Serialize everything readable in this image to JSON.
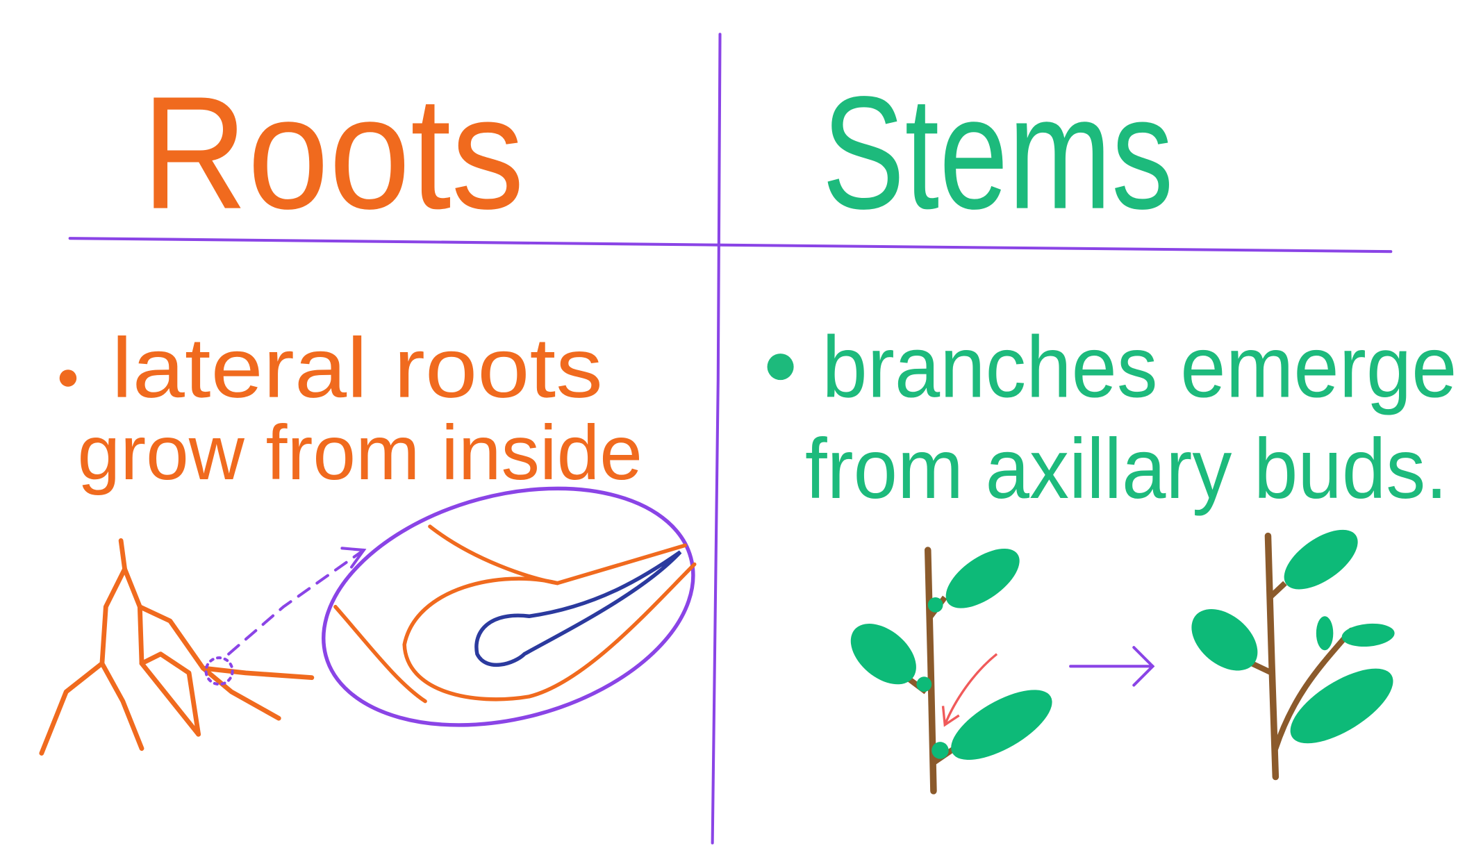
{
  "colors": {
    "roots_ink": "#F06A1E",
    "stems_ink": "#1DBA7C",
    "divider": "#8A44E6",
    "stem_brown": "#8B5A2B",
    "leaf_green": "#0DBA78",
    "vascular_blue": "#2B3A9E",
    "bud_arrow_red": "#F05A5A"
  },
  "left": {
    "heading": "Roots",
    "bullet_line1": "lateral roots",
    "bullet_line2": "grow from inside"
  },
  "right": {
    "heading": "Stems",
    "bullet_line1": "branches emerge",
    "bullet_line2": "from axillary buds."
  }
}
